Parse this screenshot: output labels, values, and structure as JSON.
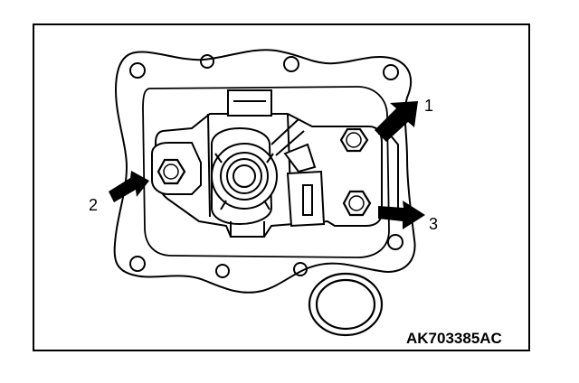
{
  "figure": {
    "code": "AK703385AC",
    "callouts": [
      {
        "number": "1"
      },
      {
        "number": "2"
      },
      {
        "number": "3"
      }
    ]
  },
  "colors": {
    "ink": "#000000",
    "paper": "#ffffff"
  },
  "icons": [
    "bolt-icon",
    "arrow-icon"
  ]
}
